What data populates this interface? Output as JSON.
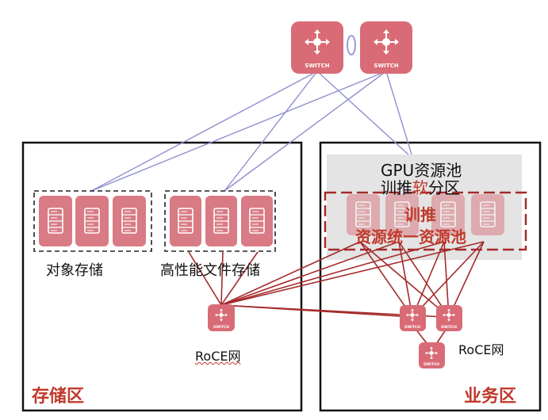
{
  "switch_label": "SWITCH",
  "labels": {
    "gpu_pool": "GPU资源池",
    "partition_prefix": "训推",
    "partition_highlight": "软",
    "partition_suffix": "分区",
    "unified_line1": "训推",
    "unified_line2": "资源统一资源池",
    "object_storage": "对象存储",
    "hpc_file_storage": "高性能文件存储",
    "roce_left": "RoCE网",
    "roce_right": "RoCE网",
    "storage_zone": "存储区",
    "business_zone": "业务区"
  },
  "colors": {
    "switch_fill": "#d96b76",
    "server_fill": "#d97b84",
    "link_purple": "#8f8fd0",
    "link_red": "#a52a2a",
    "zone_title": "#c0392b",
    "highlight_text": "#c0392b",
    "pool_bg": "#e4e4e4"
  }
}
